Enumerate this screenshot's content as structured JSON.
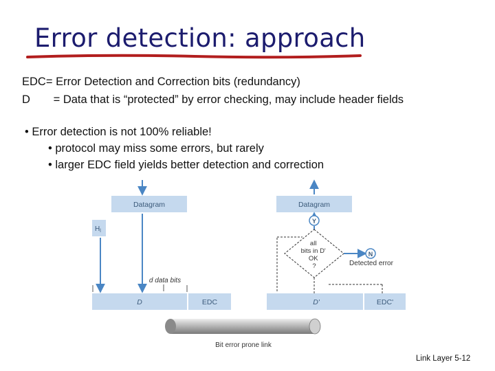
{
  "slide": {
    "title": "Error detection: approach",
    "definitions": [
      {
        "symbol": "EDC=",
        "text": "Error Detection and Correction bits (redundancy)"
      },
      {
        "symbol": "D",
        "text": "= Data that is “protected” by error checking, may include header fields"
      }
    ],
    "bullets": [
      "• Error detection is not 100% reliable!",
      "• protocol may miss some errors, but rarely",
      "• larger EDC field yields better detection and correction"
    ],
    "footer": "Link Layer 5-12"
  },
  "diagram": {
    "sender_datagram": "Datagram",
    "receiver_datagram": "Datagram",
    "header": "H",
    "header_sub": "l",
    "d_data_bits": "d data bits",
    "sender_d": "D",
    "sender_edc": "EDC",
    "receiver_d": "D'",
    "receiver_edc": "EDC'",
    "yes": "Y",
    "no": "N",
    "decision_line1": "all",
    "decision_line2": "bits in D'",
    "decision_line3": "OK",
    "decision_line4": "?",
    "detected_error": "Detected error",
    "link": "Bit error prone link",
    "colors": {
      "box": "#c5d9ee",
      "box_text": "#3b5a7a",
      "arrow": "#4a86c4"
    }
  }
}
